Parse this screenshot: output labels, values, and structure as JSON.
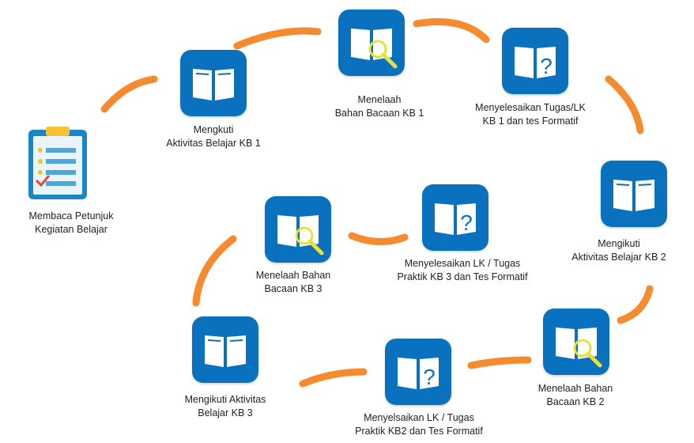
{
  "steps": [
    {
      "id": "start",
      "label": "Membaca Petunjuk\nKegiatan Belajar",
      "icon": "clipboard-checklist-icon"
    },
    {
      "id": "kb1-activity",
      "label": "Mengkuti\nAktivitas Belajar KB 1",
      "icon": "book-icon"
    },
    {
      "id": "kb1-read",
      "label": "Menelaah\nBahan Bacaan KB 1",
      "icon": "book-magnifier-icon"
    },
    {
      "id": "kb1-task",
      "label": "Menyelesaikan Tugas/LK\nKB 1 dan tes Formatif",
      "icon": "book-question-icon"
    },
    {
      "id": "kb2-activity",
      "label": "Mengikuti\nAktivitas Belajar KB 2",
      "icon": "book-icon"
    },
    {
      "id": "kb2-read",
      "label": "Menelaah Bahan\nBacaan KB 2",
      "icon": "book-magnifier-icon"
    },
    {
      "id": "kb2-task",
      "label": "Menyelsaikan LK / Tugas\nPraktik KB2 dan Tes Formatif",
      "icon": "book-question-icon"
    },
    {
      "id": "kb3-activity",
      "label": "Mengikuti Aktivitas\nBelajar KB 3",
      "icon": "book-icon"
    },
    {
      "id": "kb3-read",
      "label": "Menelaah Bahan\nBacaan KB 3",
      "icon": "book-magnifier-icon"
    },
    {
      "id": "kb3-task",
      "label": "Menyelesaikan LK / Tugas\nPraktik KB 3 dan Tes Formatif",
      "icon": "book-question-icon"
    }
  ],
  "colors": {
    "tile": "#0a71bf",
    "arrow": "#f58a2e",
    "magnifier": "#e8e13a",
    "clipboard": "#1a86c8"
  }
}
